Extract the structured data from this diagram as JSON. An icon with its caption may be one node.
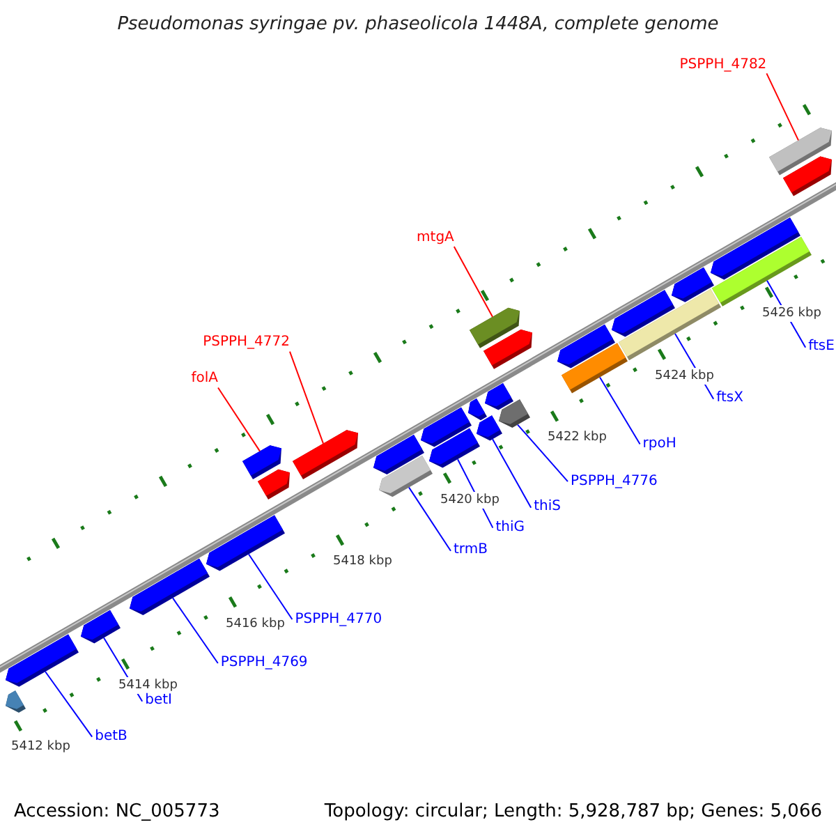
{
  "diagram": {
    "title": "Pseudomonas syringae pv. phaseolicola 1448A, complete genome",
    "nodes": [
      {
        "text": [
          "PSPPH_4782"
        ]
      },
      {
        "text": [
          "mtgA"
        ]
      },
      {
        "text": [
          "PSPPH_4772"
        ]
      },
      {
        "text": [
          "folA"
        ]
      },
      {
        "text": [
          "ftsE"
        ]
      },
      {
        "text": [
          "ftsX"
        ]
      },
      {
        "text": [
          "rpoH"
        ]
      },
      {
        "text": [
          "PSPPH_4776"
        ]
      },
      {
        "text": [
          "thiS"
        ]
      },
      {
        "text": [
          "thiG"
        ]
      },
      {
        "text": [
          "trmB"
        ]
      },
      {
        "text": [
          "PSPPH_4770"
        ]
      },
      {
        "text": [
          "PSPPH_4769"
        ]
      },
      {
        "text": [
          "betI"
        ]
      },
      {
        "text": [
          "betB"
        ]
      },
      {
        "text": [],
        "shape": "bar"
      },
      {
        "text": [],
        "shape": "bar"
      },
      {
        "text": [],
        "shape": "bar"
      },
      {
        "text": [],
        "shape": "bar"
      },
      {
        "text": [],
        "shape": "bar"
      },
      {
        "text": [],
        "shape": "bar"
      },
      {
        "text": [],
        "shape": "bar"
      },
      {
        "text": [],
        "shape": "bar"
      },
      {
        "text": [],
        "shape": "bar"
      },
      {
        "text": [],
        "shape": "bar"
      },
      {
        "text": [],
        "shape": "bar"
      },
      {
        "text": [],
        "shape": "bar"
      },
      {
        "text": [],
        "shape": "bar"
      },
      {
        "text": [],
        "shape": "bar"
      },
      {
        "text": [],
        "shape": "bar"
      },
      {
        "text": [],
        "shape": "bar"
      },
      {
        "text": [],
        "shape": "bar"
      },
      {
        "text": [],
        "shape": "bar"
      },
      {
        "text": [],
        "shape": "bar"
      },
      {
        "text": [],
        "shape": "bar"
      },
      {
        "text": [],
        "shape": "bar"
      },
      {
        "text": [],
        "shape": "bar"
      },
      {
        "text": [],
        "shape": "bar"
      },
      {
        "text": [],
        "shape": "bar"
      },
      {
        "text": [],
        "shape": "bar"
      },
      {
        "text": [],
        "shape": "bar"
      },
      {
        "text": [],
        "shape": "bar"
      }
    ],
    "edges": [
      {
        "from": 0,
        "to": 15,
        "arrow": "none",
        "color": "#ff0000"
      },
      {
        "from": 1,
        "to": 16,
        "arrow": "none",
        "color": "#ff0000"
      },
      {
        "from": 2,
        "to": 17,
        "arrow": "none",
        "color": "#ff0000"
      },
      {
        "from": 3,
        "to": 18,
        "arrow": "none",
        "color": "#ff0000"
      },
      {
        "from": 4,
        "to": 19,
        "arrow": "none"
      },
      {
        "from": 5,
        "to": 20,
        "arrow": "none"
      },
      {
        "from": 6,
        "to": 21,
        "arrow": "none"
      },
      {
        "from": 7,
        "to": 22,
        "arrow": "none"
      },
      {
        "from": 8,
        "to": 23,
        "arrow": "none"
      },
      {
        "from": 9,
        "to": 24,
        "arrow": "none"
      },
      {
        "from": 10,
        "to": 25,
        "arrow": "none"
      },
      {
        "from": 11,
        "to": 26,
        "arrow": "none"
      },
      {
        "from": 12,
        "to": 27,
        "arrow": "none"
      },
      {
        "from": 13,
        "to": 28,
        "arrow": "none"
      },
      {
        "from": 14,
        "to": 29,
        "arrow": "none"
      }
    ],
    "labels": [
      "5426 kbp",
      "5424 kbp",
      "5422 kbp",
      "5420 kbp",
      "5418 kbp",
      "5416 kbp",
      "5414 kbp",
      "5412 kbp",
      "Accession: NC_005773",
      "Topology: circular; Length: 5,928,787 bp; Genes: 5,066"
    ]
  }
}
